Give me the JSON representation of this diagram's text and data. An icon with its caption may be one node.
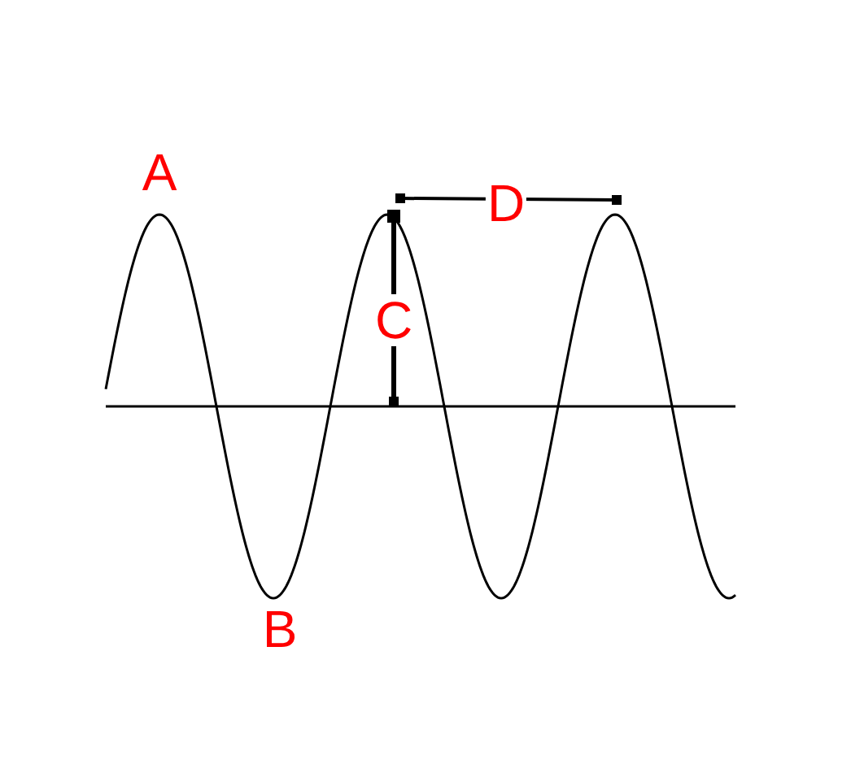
{
  "diagram": {
    "labels": [
      "A",
      "D",
      "C",
      "B"
    ]
  }
}
